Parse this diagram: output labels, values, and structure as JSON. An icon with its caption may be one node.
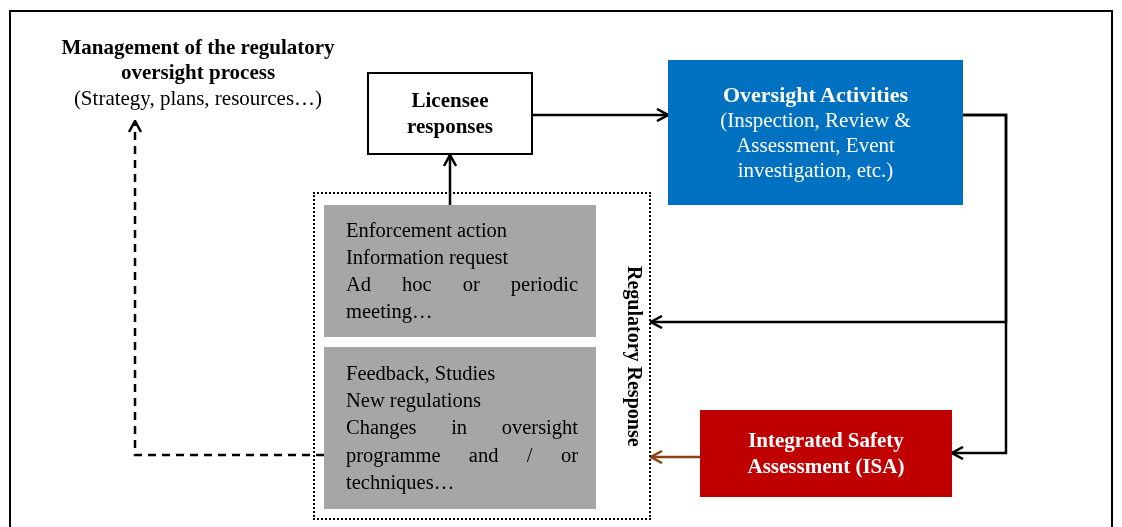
{
  "diagram": {
    "nodes": [
      {
        "text": [
          "Management of the regulatory oversight process",
          "(Strategy, plans, resources…)"
        ]
      },
      {
        "text": [
          "Licensee responses"
        ]
      },
      {
        "text": [
          "Oversight Activities",
          "(Inspection, Review & Assessment, Event investigation, etc.)"
        ]
      },
      {
        "text": [
          "Regulatory Response"
        ]
      },
      {
        "text": [
          "Enforcement action",
          "Information request",
          "Ad hoc or periodic meeting…"
        ],
        "in": 3
      },
      {
        "text": [
          "Feedback, Studies",
          "New regulations",
          "Changes in oversight programme and / or techniques…"
        ],
        "in": 3
      },
      {
        "text": [
          "Integrated Safety Assessment (ISA)"
        ]
      }
    ],
    "edges": [
      {
        "from": 1,
        "to": 2,
        "arrow": "to"
      },
      {
        "from": 4,
        "to": 1,
        "arrow": "to"
      },
      {
        "from": 2,
        "to": 3,
        "arrow": "to"
      },
      {
        "from": 2,
        "to": 6,
        "arrow": "to"
      },
      {
        "from": 6,
        "to": 3,
        "arrow": "to",
        "color": "#8b4513"
      },
      {
        "from": 5,
        "to": 0,
        "arrow": "to",
        "style": "dashed"
      }
    ]
  }
}
